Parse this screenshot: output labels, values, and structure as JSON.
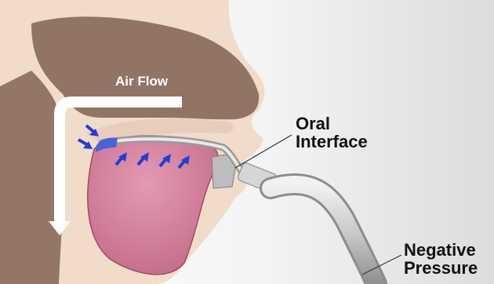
{
  "labels": {
    "air_flow": "Air Flow",
    "oral_interface_line1": "Oral",
    "oral_interface_line2": "Interface",
    "negative_pressure_line1": "Negative",
    "negative_pressure_line2": "Pressure"
  },
  "colors": {
    "background": "#ffffff",
    "skin": "#f1dcc9",
    "tissue_brown": "#8a6a5c",
    "tongue": "#cf7d98",
    "arrow_blue": "#1f3fd6",
    "airflow_arrow": "#ffffff",
    "tube": "#c9c9c9"
  }
}
